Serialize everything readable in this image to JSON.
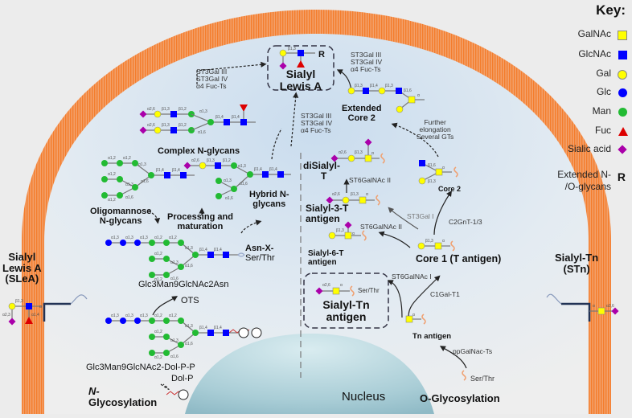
{
  "key": {
    "title": "Key:",
    "items": [
      {
        "label": "GalNAc",
        "icon": "yellow-square-icon",
        "color": "#ffff00"
      },
      {
        "label": "GlcNAc",
        "icon": "blue-square-icon",
        "color": "#0000ff"
      },
      {
        "label": "Gal",
        "icon": "yellow-circle-icon",
        "color": "#ffff00"
      },
      {
        "label": "Glc",
        "icon": "blue-circle-icon",
        "color": "#0000ff"
      },
      {
        "label": "Man",
        "icon": "green-circle-icon",
        "color": "#22bb33"
      },
      {
        "label": "Fuc",
        "icon": "red-triangle-icon",
        "color": "#dd0000"
      },
      {
        "label": "Sialic acid",
        "icon": "purple-diamond-icon",
        "color": "#aa00aa"
      },
      {
        "label": "Extended N-/O-glycans",
        "label_line1": "Extended N-",
        "label_line2": "/O-glycans",
        "icon": "R",
        "symbol": "R"
      }
    ]
  },
  "colors": {
    "membrane": "#f0843c",
    "cytoplasm": "#d5e3ef",
    "nucleus": "#a8cdd6",
    "background": "#ececec"
  },
  "labels": {
    "sialyl_lewis_a_box": {
      "line1": "Sialyl",
      "line2": "Lewis A",
      "r": "R",
      "link1": "β1,3",
      "link2": "α2,3",
      "link3": "α1,4"
    },
    "sialyl_lewis_a_left": {
      "line1": "Sialyl",
      "line2": "Lewis A",
      "line3": "(SLeA)"
    },
    "sialyl_tn_right": {
      "line1": "Sialyl-Tn",
      "line2": "(STn)",
      "link1": "α",
      "link2": "α2,6"
    },
    "extended_core2": {
      "line1": "Extended",
      "line2": "Core 2"
    },
    "complex_nglycans": "Complex N-glycans",
    "oligomannose": {
      "line1": "Oligomannose",
      "line2": "N-glycans"
    },
    "hybrid": {
      "line1": "Hybrid N-",
      "line2": "glycans"
    },
    "processing": {
      "line1": "Processing and",
      "line2": "maturation"
    },
    "asn": {
      "line1": "Asn-X-",
      "line2": "Ser/Thr"
    },
    "glc3man9_asn": "Glc3Man9GlcNAc2Asn",
    "ots": "OTS",
    "glc3man9_dol": "Glc3Man9GlcNAc2-Dol-P-P",
    "dol_p": "Dol-P",
    "n_glycosylation": {
      "line1": "N-",
      "line2": "Glycosylation"
    },
    "o_glycosylation": "O-Glycosylation",
    "nucleus": "Nucleus",
    "disialyl_t": {
      "line1": "diSialyl-",
      "line2": "T"
    },
    "sialyl_3_t": {
      "line1": "Sialyl-3-T",
      "line2": "antigen"
    },
    "sialyl_6_t": {
      "line1": "Sialyl-6-T",
      "line2": "antigen"
    },
    "core2": "Core 2",
    "core1": "Core 1 (T antigen)",
    "sialyl_tn_box": {
      "line1": "Sialyl-Tn",
      "line2": "antigen",
      "ser_thr": "Ser/Thr"
    },
    "tn_antigen": "Tn antigen",
    "ser_thr_bottom": "Ser/Thr",
    "further_elongation": {
      "line1": "Further",
      "line2": "elongation",
      "line3": "Several GTs"
    }
  },
  "enzymes": {
    "top_left": [
      "ST3Gal III",
      "ST3Gal IV",
      "α4 Fuc-Ts"
    ],
    "top_right": [
      "ST3Gal III",
      "ST3Gal IV",
      "α4 Fuc-Ts"
    ],
    "center": [
      "ST3Gal III",
      "ST3Gal IV",
      "α4 Fuc-Ts"
    ],
    "st6galnac_ii_a": "ST6GalNAc II",
    "st6galnac_ii_b": "ST6GalNAc II",
    "st3gal_i": "ST3Gal I",
    "c2gnt": "C2GnT-1/3",
    "st6galnac_i": "ST6GalNAc I",
    "c1galt1": "C1Gal-T1",
    "ppgalnac": "ppGalNac-Ts"
  },
  "linkages": {
    "a12": "α1,2",
    "a13": "α1,3",
    "a16": "α1,6",
    "b14": "β1,4",
    "b12": "β1,2",
    "b13": "β1,3",
    "b16": "β1,6",
    "a26": "α2,6",
    "a": "α",
    "p": "P"
  }
}
